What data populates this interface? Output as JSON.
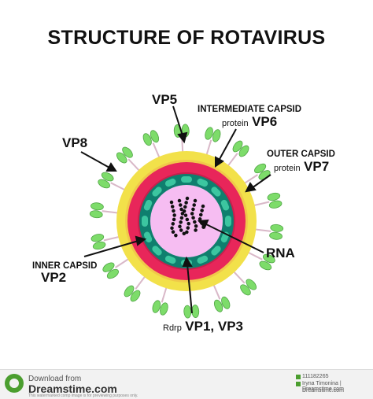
{
  "title": "STRUCTURE OF ROTAVIRUS",
  "labels": {
    "vp5": "VP5",
    "vp8": "VP8",
    "intermediate_capsid": "INTERMEDIATE CAPSID",
    "intermediate_protein_word": "protein",
    "intermediate_protein": "VP6",
    "outer_capsid": "OUTER CAPSID",
    "outer_protein_word": "protein",
    "outer_protein": "VP7",
    "inner_capsid": "INNER CAPSID",
    "inner_protein": "VP2",
    "rna": "RNA",
    "rdrp_word": "Rdrp",
    "rdrp_proteins": "VP1, VP3"
  },
  "colors": {
    "outer_capsid": "#f2e14a",
    "intermediate_capsid": "#e8265a",
    "inner_capsid": "#0f7f6e",
    "core": "#f6bdf2",
    "spike": "#7ddc6a",
    "rna": "#111111"
  },
  "footer": {
    "download_from": "Download from",
    "site": "Dreamstime.com",
    "note": "This watermarked comp image is for previewing purposes only.",
    "id": "111182265",
    "author": "Iryna Timonina | Dreamstime.com",
    "site_small": "Dreamstime.com"
  }
}
